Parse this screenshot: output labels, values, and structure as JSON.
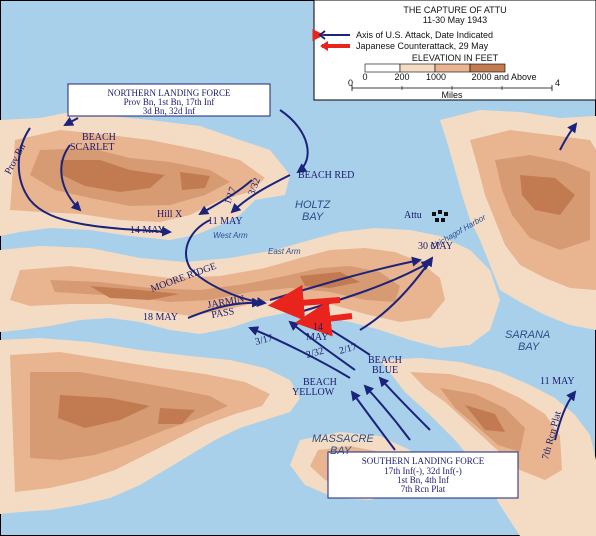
{
  "legend": {
    "title": "THE CAPTURE OF ATTU",
    "dates": "11-30 May 1943",
    "us_attack": "Axis of U.S. Attack, Date Indicated",
    "japanese_counter": "Japanese Counterattack, 29 May",
    "elevation_title": "ELEVATION IN FEET",
    "elev_ticks": [
      "0",
      "200",
      "1000",
      "2000 and Above"
    ],
    "scale_start": "0",
    "scale_end": "4",
    "scale_unit": "Miles",
    "colors": {
      "attack": "#1c237a",
      "counter": "#e8241c",
      "water": "#a8d0ea",
      "low": "#f4dcc4",
      "mid": "#e9b590",
      "high": "#d69b73",
      "top": "#c27b50"
    }
  },
  "northern_force": {
    "title": "NORTHERN LANDING FORCE",
    "line1": "Prov Bn, 1st Bn, 17th Inf",
    "line2": "3d Bn, 32d Inf"
  },
  "southern_force": {
    "title": "SOUTHERN LANDING FORCE",
    "line1": "17th Inf(-), 32d Inf(-)",
    "line2": "1st Bn, 4th Inf",
    "line3": "7th Rcn Plat"
  },
  "labels": {
    "beach_scarlet_1": "BEACH",
    "beach_scarlet_2": "SCARLET",
    "prov_bn": "Prov Bn",
    "beach_red": "BEACH RED",
    "unit_117": "1/17",
    "unit_332": "3/32",
    "hill_x": "Hill X",
    "may11_a": "11 MAY",
    "may14_a": "14 MAY",
    "holtz_1": "HOLTZ",
    "holtz_2": "BAY",
    "west_arm": "West Arm",
    "east_arm": "East Arm",
    "moore_ridge": "MOORE RIDGE",
    "attu": "Attu",
    "chichagof": "Chichagof Harbor",
    "may30": "30 MAY",
    "may18": "18 MAY",
    "jarmin_1": "JARMIN",
    "jarmin_2": "PASS",
    "unit_317": "3/17",
    "unit_232": "2/32",
    "unit_217": "2/17",
    "may14_b1": "14",
    "may14_b2": "MAY",
    "beach_blue_1": "BEACH",
    "beach_blue_2": "BLUE",
    "beach_yellow_1": "BEACH",
    "beach_yellow_2": "YELLOW",
    "sarana_1": "SARANA",
    "sarana_2": "BAY",
    "massacre_1": "MASSACRE",
    "massacre_2": "BAY",
    "may11_b": "11 MAY",
    "rcn_plat": "7th Rcn Plat"
  }
}
